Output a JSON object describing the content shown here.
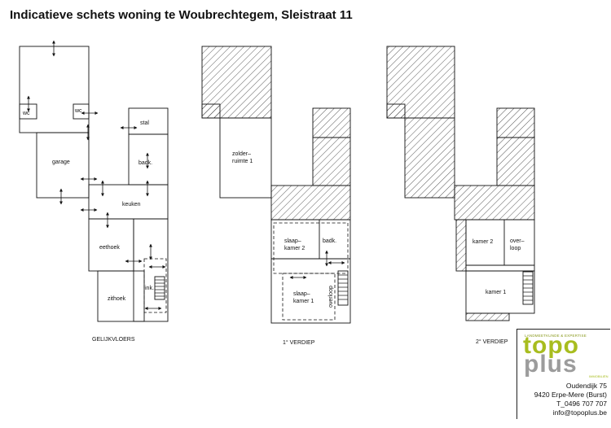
{
  "title": "Indicatieve schets woning te Woubrechtegem, Sleistraat 11",
  "floors": {
    "ground": {
      "caption": "GELIJKVLOERS",
      "rooms": {
        "wc_left": "wc",
        "wc_right": "wc",
        "garage": "garage",
        "stal": "stal",
        "badk": "badk.",
        "keuken": "keuken",
        "eethoek": "eethoek",
        "zithoek": "zithoek",
        "ink": "ink."
      }
    },
    "first": {
      "caption": "1° VERDIEP",
      "rooms": {
        "zolder_l1": "zolder–",
        "zolder_l2": "ruimte  1",
        "slaap2_l1": "slaap–",
        "slaap2_l2": "kamer  2",
        "badk": "badk.",
        "slaap1_l1": "slaap–",
        "slaap1_l2": "kamer  1",
        "overloop": "overloop"
      }
    },
    "second": {
      "caption": "2° VERDIEP",
      "rooms": {
        "kamer2": "kamer  2",
        "overloop_l1": "over–",
        "overloop_l2": "loop",
        "kamer1": "kamer  1"
      }
    }
  },
  "logo": {
    "tagline": "LANDMEETKUNDE & EXPERTISE",
    "word1": "topo",
    "word2": "plus",
    "sub": "IMMOBILIËN",
    "brand_green": "#a8bd1f",
    "brand_grey": "#9c9c9c"
  },
  "contact": {
    "street": "Oudendijk 75",
    "city": "9420 Erpe-Mere (Burst)",
    "phone": "T_0496 707 707",
    "email": "info@topoplus.be"
  }
}
